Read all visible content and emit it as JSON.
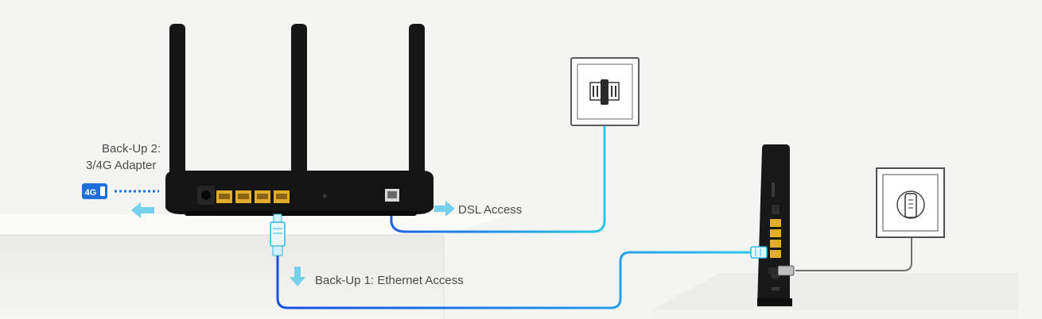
{
  "labels": {
    "backup2_line1": "Back-Up 2:",
    "backup2_line2": "3/4G Adapter",
    "dsl_access": "DSL Access",
    "backup1": "Back-Up 1: Ethernet Access"
  },
  "adapter_badge": "4G",
  "icons": [
    "usb-4g-adapter-icon",
    "arrow-left-icon",
    "arrow-right-icon",
    "arrow-down-icon",
    "ethernet-plug-icon",
    "phone-wall-jack-icon",
    "power-wall-socket-icon"
  ],
  "colors": {
    "cable_cyan": "#29c3e6",
    "cable_blue": "#1a56e0",
    "arrow": "#74d1ee",
    "router": "#151515",
    "lan_port": "#e2ac2d",
    "badge": "#1e6fd9"
  }
}
